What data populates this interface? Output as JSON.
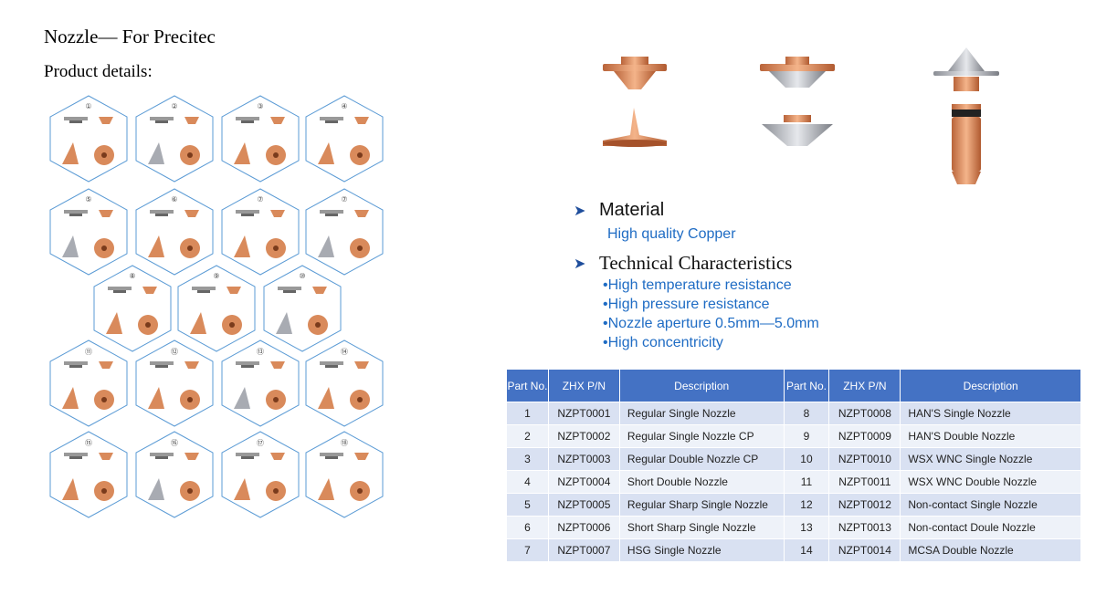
{
  "header": {
    "title": "Nozzle— For Precitec",
    "subtitle": "Product details:"
  },
  "hex_numbers": [
    "①",
    "②",
    "③",
    "④",
    "⑤",
    "⑥",
    "⑦",
    "⑦",
    "⑧",
    "⑨",
    "⑩",
    "⑪",
    "⑫",
    "⑬",
    "⑭",
    "⑮",
    "⑯",
    "⑰",
    "⑱"
  ],
  "colors": {
    "accent": "#4472c4",
    "blue_text": "#1f6cc4",
    "copper": "#d98a5b",
    "hex_outline": "#5b9bd5"
  },
  "features": {
    "material_heading": "Material",
    "material_value": "High quality Copper",
    "tech_heading": "Technical Characteristics",
    "tech_items": [
      "High temperature resistance",
      "High pressure resistance",
      "Nozzle aperture 0.5mm—5.0mm",
      "High concentricity"
    ]
  },
  "table": {
    "headers": [
      "Part No.",
      "ZHX  P/N",
      "Description",
      "Part No.",
      "ZHX  P/N",
      "Description"
    ],
    "rows": [
      [
        "1",
        "NZPT0001",
        "Regular Single Nozzle",
        "8",
        "NZPT0008",
        "HAN'S Single Nozzle"
      ],
      [
        "2",
        "NZPT0002",
        "Regular Single Nozzle CP",
        "9",
        "NZPT0009",
        "HAN'S Double Nozzle"
      ],
      [
        "3",
        "NZPT0003",
        "Regular Double Nozzle CP",
        "10",
        "NZPT0010",
        "WSX WNC Single Nozzle"
      ],
      [
        "4",
        "NZPT0004",
        "Short Double Nozzle",
        "11",
        "NZPT0011",
        "WSX WNC Double Nozzle"
      ],
      [
        "5",
        "NZPT0005",
        "Regular Sharp Single Nozzle",
        "12",
        "NZPT0012",
        "Non-contact Single Nozzle"
      ],
      [
        "6",
        "NZPT0006",
        "Short Sharp Single Nozzle",
        "13",
        "NZPT0013",
        "Non-contact Doule Nozzle"
      ],
      [
        "7",
        "NZPT0007",
        "HSG Single Nozzle",
        "14",
        "NZPT0014",
        "MCSA Double Nozzle"
      ]
    ]
  }
}
